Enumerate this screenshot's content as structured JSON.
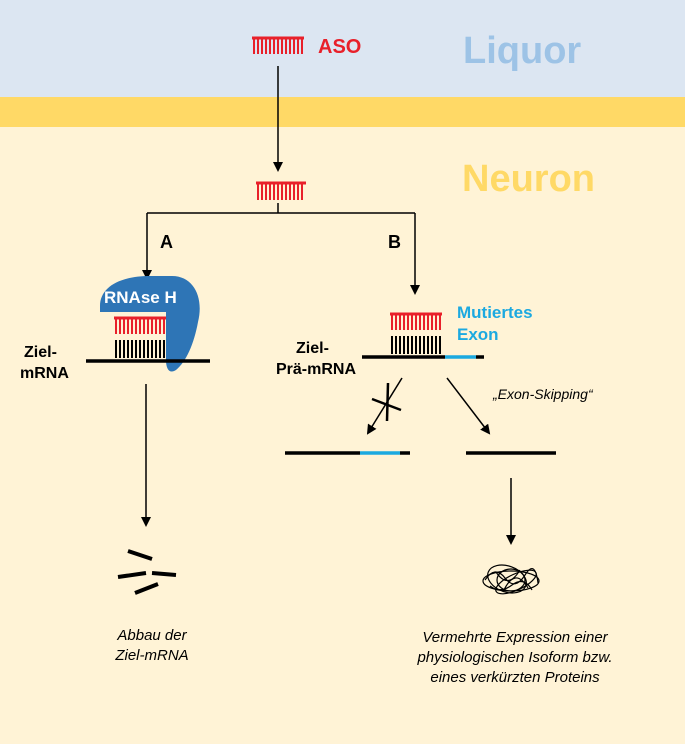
{
  "compartments": {
    "csf_label": "Liquor",
    "neuron_label": "Neuron"
  },
  "aso_label": "ASO",
  "paths": {
    "a_label": "A",
    "b_label": "B"
  },
  "enzyme_label": "RNAse H",
  "target_mrna_label_1": "Ziel-",
  "target_mrna_label_2": "mRNA",
  "target_premrna_label_1": "Ziel-",
  "target_premrna_label_2": "Prä-mRNA",
  "mutated_exon_label_1": "Mutiertes",
  "mutated_exon_label_2": "Exon",
  "exon_skipping_label": "„Exon-Skipping“",
  "outcome_a_1": "Abbau der",
  "outcome_a_2": "Ziel-mRNA",
  "outcome_b_1": "Vermehrte Expression einer",
  "outcome_b_2": "physiologischen Isoform bzw.",
  "outcome_b_3": "eines verkürzten Proteins",
  "colors": {
    "csf_bg": "#DCE6F2",
    "membrane": "#FFD966",
    "cytoplasm": "#FFF3D6",
    "csf_text": "#9DC3E6",
    "neuron_text": "#FFD966",
    "aso_red": "#E8202A",
    "enzyme_blue": "#2E75B6",
    "exon_blue": "#1CA9E0"
  }
}
